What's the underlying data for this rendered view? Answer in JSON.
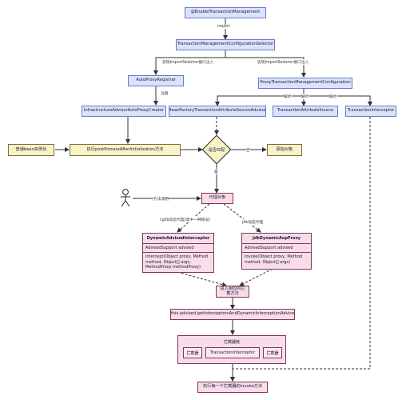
{
  "nodes": {
    "enable_tm": "@EnableTransactionManagement",
    "tm_config_selector": "TransactionManagementConfigurationSelector",
    "auto_proxy_registrar": "AutoProxyRegistrar",
    "proxy_tm_config": "ProxyTransactionManagementConfiguration",
    "infra_advisor_creator": "InfrastructureAdvisorAutoProxyCreator",
    "bean_factory_advisor": "BeanFactoryTransactionAttributeSourceAdvisor",
    "tx_attr_source": "TransactionAttributeSource",
    "tx_interceptor": "TransactionInterceptor",
    "normal_bean_init": "普通bean实例化",
    "post_process": "执行postProcessAfterInitialization方法",
    "is_match": "是否匹配",
    "original_object": "原始对象",
    "proxy_object": "代理对象",
    "enter_intercept": "进入相应的拦截方法",
    "get_interceptors": "this.advised.getInterceptorsAndDynamicInterceptionAdvice",
    "execute_invoke": "执行每一个拦截器的invoke方法"
  },
  "edge_labels": {
    "import": "import",
    "impl_selector_left": "实现ImportSelector接口注入",
    "impl_selector_right": "实现ImportSelector接口注入",
    "register": "注册",
    "parse1": "解析",
    "parse2": "解析",
    "parse3": "解析",
    "no": "否",
    "yes": "是",
    "method_call": "方法调用",
    "cglib": "cglib动态代理(其中一种情况)",
    "jdk": "jdk动态代理"
  },
  "cards": {
    "cglib": {
      "title": "DynamicAdvisedInterceptor",
      "field": "AdvisedSupport advised",
      "method": "intercept(Object proxy, Method method, Object[] args, MethodProxy methodProxy)"
    },
    "jdk": {
      "title": "JdkDynamicAopProxy",
      "field": "AdvisedSupport advised",
      "method": "invoke(Object proxy, Method method, Object[] args)"
    }
  },
  "chain": {
    "title": "拦截器链",
    "items": [
      "拦截器",
      "TransactionInterceptor",
      "拦截器"
    ]
  },
  "colors": {
    "blue_fill": "#dbe2fb",
    "yellow_fill": "#fbf3c8",
    "pink_fill": "#f8dcea",
    "edge": "#333333"
  }
}
